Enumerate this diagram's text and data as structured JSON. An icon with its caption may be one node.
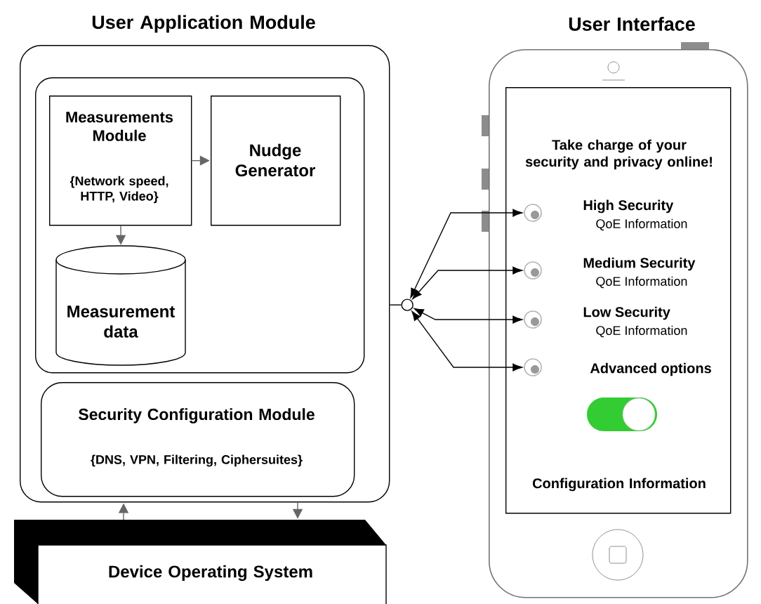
{
  "diagram": {
    "nodes": [
      {
        "text": [
          "User Application Module"
        ]
      },
      {
        "text": [],
        "shape": "box",
        "in": 0
      },
      {
        "text": [
          "Measurements Module",
          "{Network speed, HTTP, Video}"
        ],
        "in": 1
      },
      {
        "text": [
          "Nudge Generator"
        ],
        "in": 1
      },
      {
        "text": [
          "Measurement data"
        ],
        "in": 1
      },
      {
        "text": [
          "Security Configuration Module",
          "{DNS, VPN, Filtering, Ciphersuites}"
        ],
        "in": 0
      },
      {
        "text": [
          "Device Operating System"
        ]
      },
      {
        "text": [
          "User Interface"
        ]
      },
      {
        "text": [
          "Take charge of your security and privacy online!",
          "Configuration Information"
        ],
        "in": 7
      },
      {
        "text": [],
        "shape": "circle"
      },
      {
        "text": [],
        "shape": "circle",
        "in": 8,
        "beside": [
          "High Security",
          "QoE Information"
        ]
      },
      {
        "text": [],
        "shape": "circle",
        "in": 8,
        "beside": [
          "Medium Security",
          "QoE Information"
        ]
      },
      {
        "text": [],
        "shape": "circle",
        "in": 8,
        "beside": [
          "Low Security",
          "QoE Information"
        ]
      },
      {
        "text": [],
        "shape": "circle",
        "in": 8,
        "beside": [
          "Advanced options"
        ]
      }
    ],
    "edges": [
      {
        "from": 2,
        "to": 3,
        "arrow": "to",
        "color": "#666666"
      },
      {
        "from": 2,
        "to": 4,
        "arrow": "to",
        "color": "#666666"
      },
      {
        "from": 6,
        "to": 0,
        "arrow": "to",
        "color": "#666666"
      },
      {
        "from": 0,
        "to": 6,
        "arrow": "to",
        "color": "#666666"
      },
      {
        "from": 0,
        "to": 9,
        "arrow": "none"
      },
      {
        "from": 9,
        "to": 10,
        "arrow": "both"
      },
      {
        "from": 9,
        "to": 11,
        "arrow": "both"
      },
      {
        "from": 9,
        "to": 12,
        "arrow": "both"
      },
      {
        "from": 9,
        "to": 13,
        "arrow": "both"
      }
    ]
  }
}
